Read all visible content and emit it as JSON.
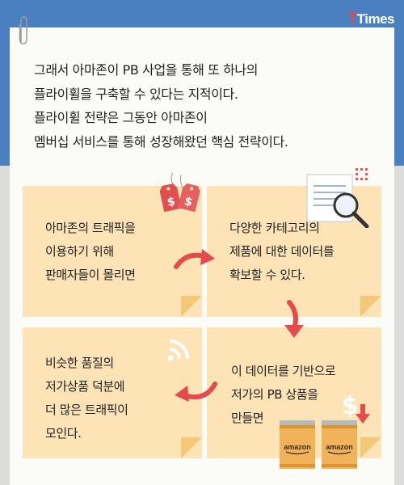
{
  "brand": {
    "logo_t": "T",
    "logo_rest": "Times"
  },
  "intro": {
    "lines": [
      "그래서 아마존이 PB 사업을 통해 또 하나의",
      "플라이휠을 구축할 수 있다는 지적이다.",
      "플라이휠 전략은 그동안 아마존이",
      "멤버십 서비스를 통해 성장해왔던 핵심 전략이다."
    ]
  },
  "notes": [
    {
      "lines": [
        "아마존의 트래픽을",
        "이용하기 위해",
        "판매자들이 몰리면"
      ]
    },
    {
      "lines": [
        "다양한 카테고리의",
        "제품에 대한 데이터를",
        "확보할 수 있다."
      ]
    },
    {
      "lines": [
        "비슷한 품질의",
        "저가상품 덕분에",
        "더 많은 트래픽이",
        "모인다."
      ]
    },
    {
      "lines": [
        "이 데이터를 기반으로",
        "저가의 PB 상품을",
        "만들면"
      ]
    }
  ],
  "icons": {
    "price_tag_symbol": "$",
    "dollar_symbol": "$",
    "can_label": "amazon"
  },
  "colors": {
    "header_blue": "#4a7fc0",
    "note_fill": "#fde3b6",
    "arrow_red": "#e44b4b",
    "tag_red": "#e05050"
  }
}
